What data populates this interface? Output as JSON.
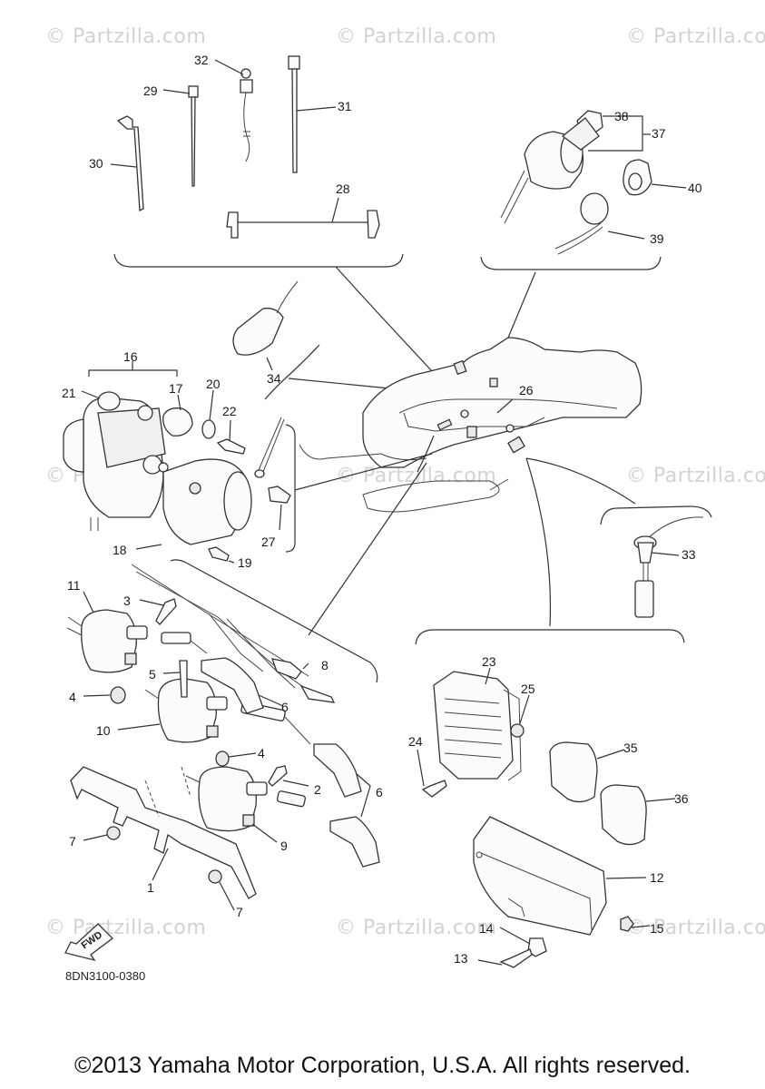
{
  "watermarks": [
    "© Partzilla.com",
    "© Partzilla.com",
    "© Partzilla.com",
    "© Partzilla.com",
    "© Partzilla.com",
    "© Partzilla.com",
    "© Partzilla.com",
    "© Partzilla.com",
    "© Partzilla.com"
  ],
  "diagram_code": "8DN3100-0380",
  "fwd_label": "FWD",
  "copyright": "©2013 Yamaha Motor Corporation, U.S.A. All rights reserved.",
  "callouts": [
    "1",
    "2",
    "3",
    "4",
    "4",
    "5",
    "6",
    "6",
    "7",
    "7",
    "8",
    "9",
    "10",
    "11",
    "12",
    "13",
    "14",
    "15",
    "16",
    "17",
    "18",
    "19",
    "20",
    "21",
    "22",
    "23",
    "24",
    "25",
    "26",
    "27",
    "28",
    "29",
    "30",
    "31",
    "32",
    "33",
    "34",
    "35",
    "36",
    "37",
    "38",
    "39",
    "40"
  ]
}
